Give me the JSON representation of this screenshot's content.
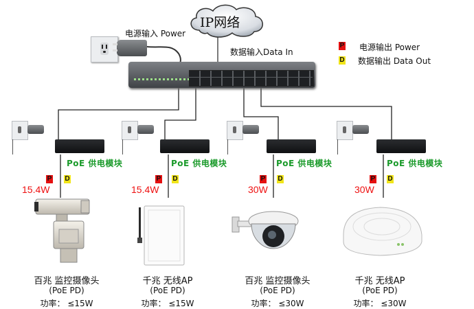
{
  "cloud": {
    "label": "IP网络"
  },
  "labels": {
    "power_in": "电源输入 Power",
    "data_in": "数据输入Data In"
  },
  "legend": {
    "p_badge": "P",
    "d_badge": "D",
    "power_out": "电源输出  Power",
    "data_out": "数据输出 Data Out"
  },
  "modules": [
    {
      "label": "PoE 供电模块"
    },
    {
      "label": "PoE 供电模块"
    },
    {
      "label": "PoE 供电模块"
    },
    {
      "label": "PoE 供电模块"
    }
  ],
  "devices": [
    {
      "watt": "15.4W",
      "p": "P",
      "d": "D",
      "name": "百兆 监控摄像头",
      "pd": "(PoE  PD)",
      "power": "功率：  ≤15W",
      "icon": "ptz-camera-icon"
    },
    {
      "watt": "15.4W",
      "p": "P",
      "d": "D",
      "name": "千兆 无线AP",
      "pd": "(PoE  PD)",
      "power": "功率：  ≤15W",
      "icon": "wireless-ap-antenna-icon"
    },
    {
      "watt": "30W",
      "p": "P",
      "d": "D",
      "name": "百兆 监控摄像头",
      "pd": "(PoE  PD)",
      "power": "功率：  ≤30W",
      "icon": "dome-camera-icon"
    },
    {
      "watt": "30W",
      "p": "P",
      "d": "D",
      "name": "千兆 无线AP",
      "pd": "(PoE  PD)",
      "power": "功率：  ≤30W",
      "icon": "ceiling-ap-icon"
    }
  ],
  "colors": {
    "poe_label": "#1a9a2a",
    "power_badge": "#e51010",
    "data_badge": "#f1e51a",
    "watt_text": "#e11111"
  }
}
